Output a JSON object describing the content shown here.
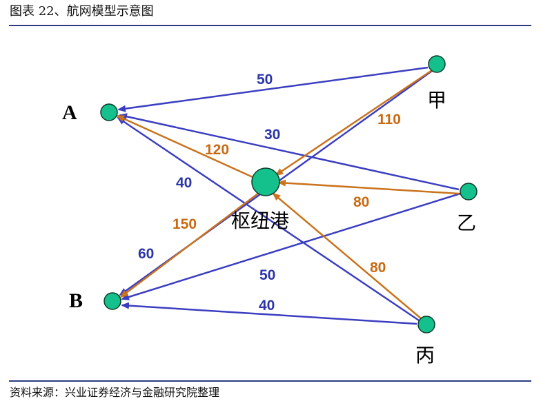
{
  "header": {
    "title": "图表 22、航网模型示意图"
  },
  "footer": {
    "source": "资料来源：兴业证券经济与金融研究院整理"
  },
  "colors": {
    "blue": "#3b3ec0",
    "orange": "#c9731c",
    "node_fill": "#14c08c",
    "node_stroke": "#0b3b2a",
    "rule": "#2b3a80"
  },
  "nodes": {
    "a": "A",
    "b": "B",
    "jia": "甲",
    "yi": "乙",
    "bing": "丙",
    "hub": "枢纽港"
  },
  "edges": {
    "jia_a": "50",
    "jia_hub": "110",
    "yi_a": "30",
    "yi_hub": "80",
    "yi_b": "50",
    "bing_a": "40",
    "bing_hub": "80",
    "bing_b": "40",
    "hub_a": "120",
    "hub_b": "150",
    "jia_b": "60"
  }
}
